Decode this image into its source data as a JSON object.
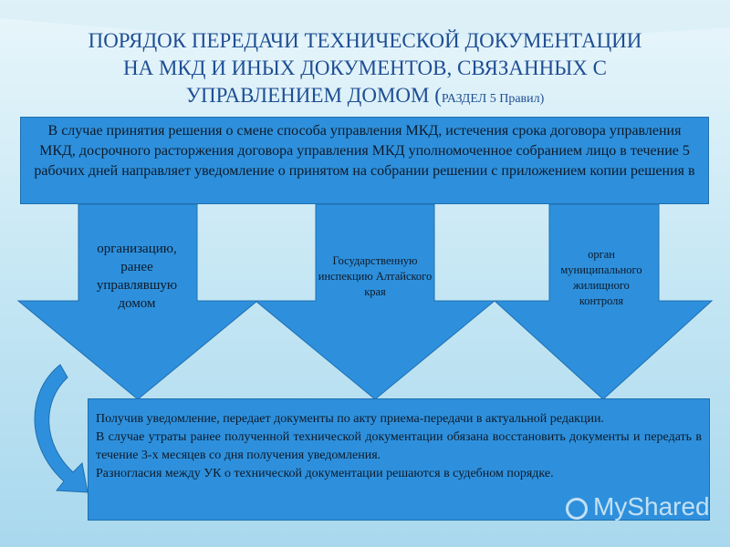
{
  "slide": {
    "title_lines": [
      "ПОРЯДОК ПЕРЕДАЧИ ТЕХНИЧЕСКОЙ ДОКУМЕНТАЦИИ",
      "НА МКД И ИНЫХ ДОКУМЕНТОВ, СВЯЗАННЫХ С",
      "УПРАВЛЕНИЕМ ДОМОМ ("
    ],
    "title_suffix": "РАЗДЕЛ 5 Правил)",
    "top_box_text": "В случае принятия решения о смене способа управления МКД, истечения срока договора управления МКД, досрочного расторжения договора управления МКД уполномоченное собранием лицо в течение 5 рабочих дней направляет уведомление о принятом на собрании решении с приложением копии решения в",
    "arrows": [
      {
        "label": "организацию, ранее управлявшую домом"
      },
      {
        "label": "Государственную инспекцию Алтайского края"
      },
      {
        "label": "орган муниципального жилищного контроля"
      }
    ],
    "bottom_box_paragraphs": [
      "Получив уведомление, передает документы по акту приема-передачи в актуальной редакции.",
      "В случае утраты ранее полученной технической документации обязана восстановить документы и передать в течение 3-х месяцев со дня получения уведомления.",
      "Разногласия между УК о технической документации решаются в судебном порядке."
    ],
    "watermark": "MyShared"
  },
  "colors": {
    "background": "#bfe3f2",
    "box_fill": "#2e90dc",
    "title": "#1f4e94"
  }
}
